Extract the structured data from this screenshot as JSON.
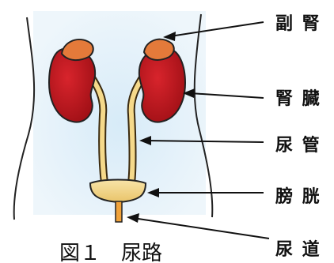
{
  "labels": {
    "adrenal": "副 腎",
    "kidney": "腎 臓",
    "ureter": "尿 管",
    "bladder": "膀 胱",
    "urethra": "尿 道"
  },
  "caption": "図１　尿路",
  "colors": {
    "body_background": "#e6f2fa",
    "kidney": "#c3141c",
    "adrenal": "#e47a3a",
    "tube": "#f5d98a",
    "outline": "#222222"
  }
}
